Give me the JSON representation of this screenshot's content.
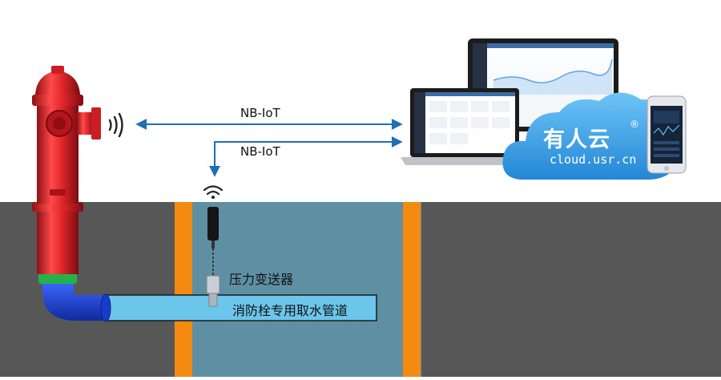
{
  "links": {
    "top_label": "NB-IoT",
    "bottom_label": "NB-IoT"
  },
  "sensor": {
    "label": "压力变送器"
  },
  "pipe": {
    "label": "消防栓专用取水管道"
  },
  "cloud": {
    "name": "有人云",
    "registered": "®",
    "url": "cloud.usr.cn"
  },
  "colors": {
    "ground": "#575757",
    "pit_wall": "#f58a13",
    "water": "#5f8fa3",
    "pipe": "#6cc6ec",
    "hydrant_red": "#e0262b",
    "elbow_blue": "#1c3fd0",
    "ring_green": "#26b24a",
    "arrow_blue": "#1f6fb8",
    "cloud_blue": "#3aa0e6"
  },
  "icons": [
    "wireless-signal-icon",
    "wifi-icon",
    "laptop-icon",
    "monitor-icon",
    "phone-icon",
    "cloud-icon"
  ]
}
